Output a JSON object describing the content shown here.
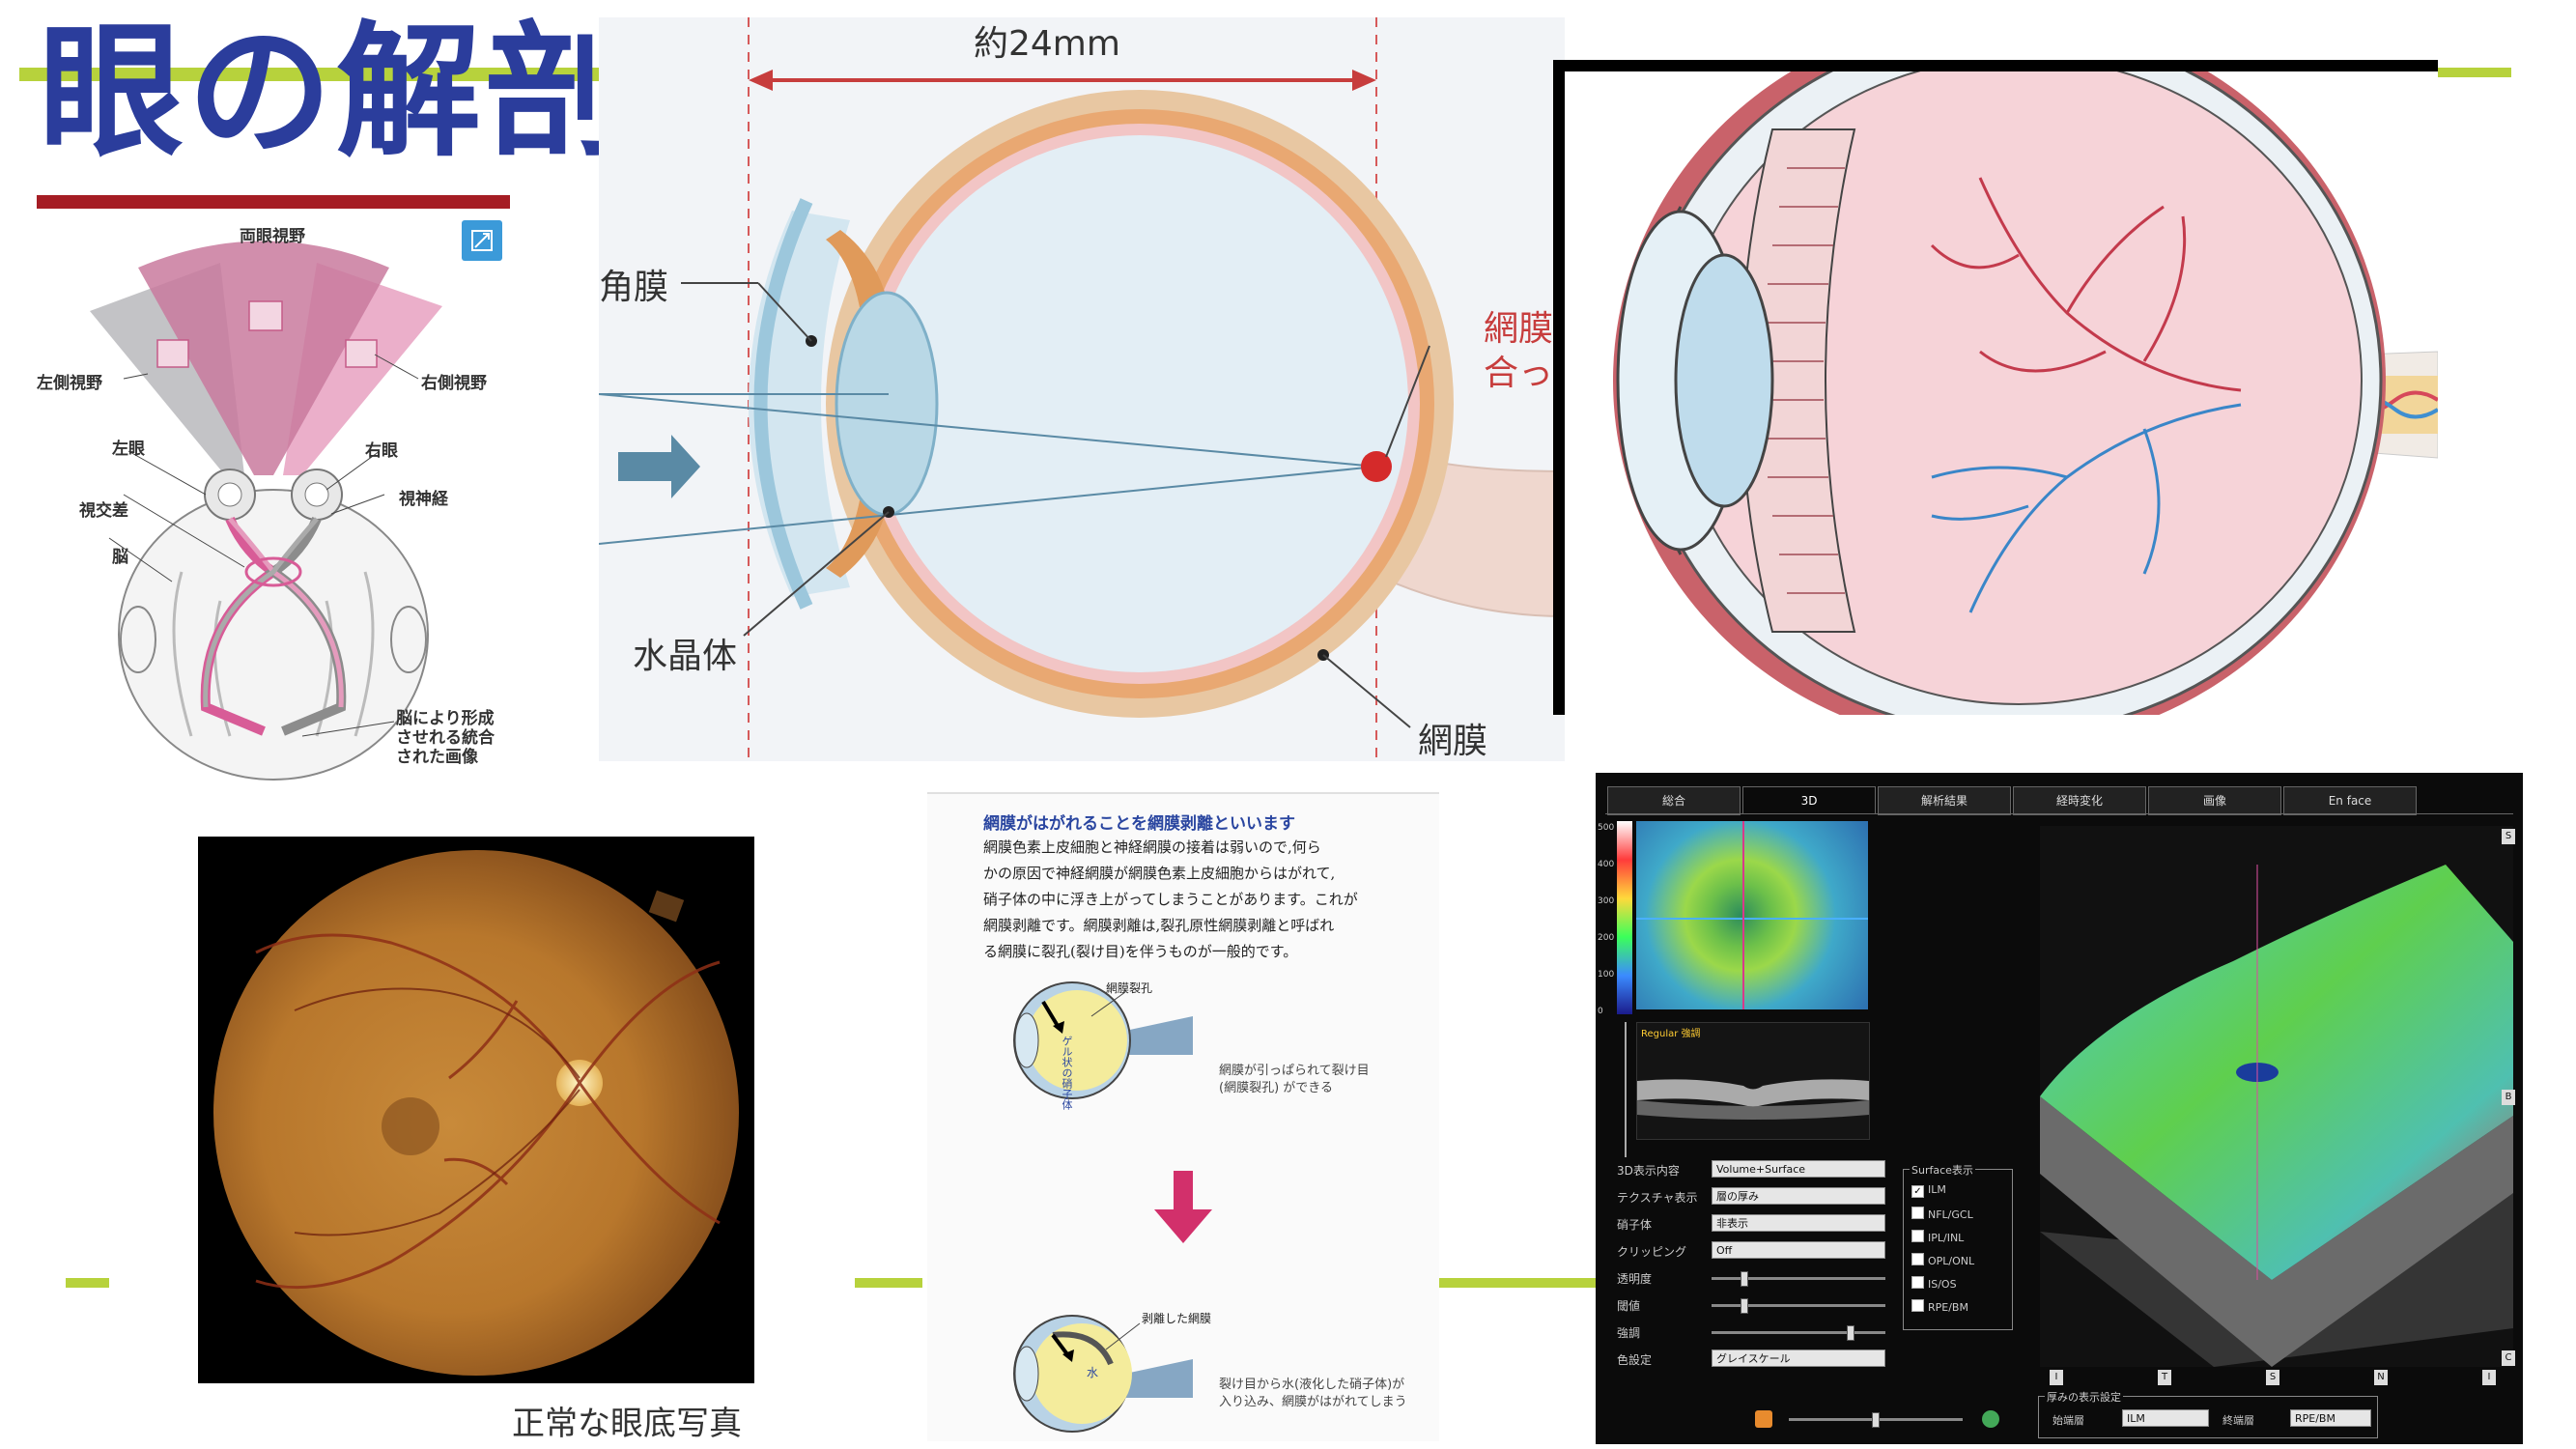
{
  "slide": {
    "title": "眼の解剖",
    "accent_color": "#b7d23c",
    "title_color": "#2b3d9c"
  },
  "binocular_diagram": {
    "header_tag": "",
    "labels": {
      "both_field": "両眼視野",
      "left_field": "左側視野",
      "right_field": "右側視野",
      "left_eye": "左眼",
      "right_eye": "右眼",
      "optic_nerve": "視神経",
      "chiasm": "視交差",
      "brain": "脳",
      "integrated_line1": "脳により形成",
      "integrated_line2": "させれる統合",
      "integrated_line3": "された画像"
    },
    "expand_icon": "expand-icon"
  },
  "eye_cross_section": {
    "width_label": "約24mm",
    "cornea": "角膜",
    "lens": "水晶体",
    "retina_focus_line1": "網膜",
    "retina_focus_line2": "合っ",
    "retina": "網膜"
  },
  "eye_illustration": {},
  "fundus_photo": {
    "caption": "正常な眼底写真"
  },
  "retinal_detachment": {
    "heading": "網膜がはがれることを網膜剥離といいます",
    "para_line1": "網膜色素上皮細胞と神経網膜の接着は弱いので,何ら",
    "para_line2": "かの原因で神経網膜が網膜色素上皮細胞からはがれて,",
    "para_line3": "硝子体の中に浮き上がってしまうことがあります。これが",
    "para_line4": "網膜剥離です。網膜剥離は,裂孔原性網膜剥離と呼ばれ",
    "para_line5": "る網膜に裂孔(裂け目)を伴うものが一般的です。",
    "hole_label": "網膜裂孔",
    "gel_label": "ゲル状の硝子体",
    "step1_line1": "網膜が引っぱられて裂け目",
    "step1_line2": "(網膜裂孔) ができる",
    "detached_label": "剥離した網膜",
    "water_label": "水",
    "step2_line1": "裂け目から水(液化した硝子体)が",
    "step2_line2": "入り込み、網膜がはがれてしまう"
  },
  "oct_viewer": {
    "tabs": [
      "総合",
      "3D",
      "解析結果",
      "経時変化",
      "画像",
      "En face"
    ],
    "active_tab": 1,
    "scale_ticks": [
      "500",
      "400",
      "300",
      "200",
      "100",
      "0"
    ],
    "bscan_label": "Regular 強調",
    "controls": [
      {
        "label": "3D表示内容",
        "value": "Volume+Surface"
      },
      {
        "label": "テクスチャ表示",
        "value": "層の厚み"
      },
      {
        "label": "硝子体",
        "value": "非表示"
      },
      {
        "label": "クリッピング",
        "value": "Off"
      },
      {
        "label": "透明度",
        "value": ""
      },
      {
        "label": "閾値",
        "value": ""
      },
      {
        "label": "強調",
        "value": ""
      },
      {
        "label": "色設定",
        "value": "グレイスケール"
      }
    ],
    "surface_title": "Surface表示",
    "surfaces": [
      {
        "label": "ILM",
        "checked": true
      },
      {
        "label": "NFL/GCL",
        "checked": false
      },
      {
        "label": "IPL/INL",
        "checked": false
      },
      {
        "label": "OPL/ONL",
        "checked": false
      },
      {
        "label": "IS/OS",
        "checked": false
      },
      {
        "label": "RPE/BM",
        "checked": false
      }
    ],
    "axis_markers": [
      "I",
      "T",
      "S",
      "N",
      "I"
    ],
    "side_markers": [
      "S",
      "B",
      "C"
    ],
    "thickness_title": "厚みの表示設定",
    "start_layer_label": "始端層",
    "start_layer_value": "ILM",
    "end_layer_label": "終端層",
    "end_layer_value": "RPE/BM"
  }
}
